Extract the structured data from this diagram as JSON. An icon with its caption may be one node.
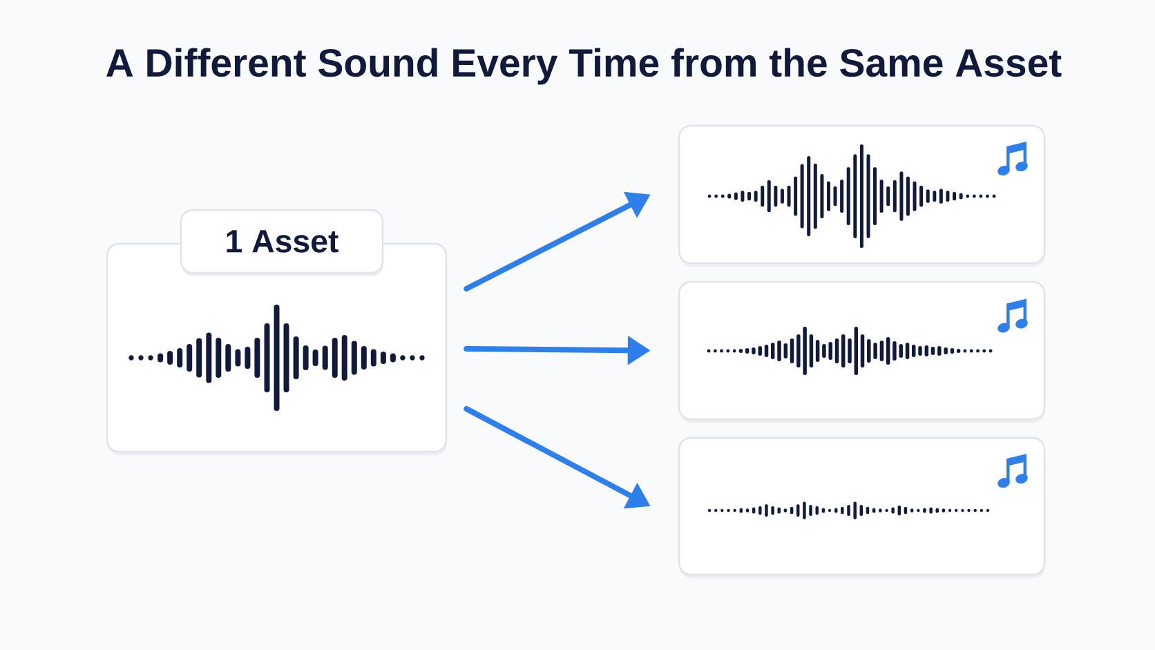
{
  "diagram": {
    "title": "A Different Sound Every Time from the Same Asset",
    "nodes": [
      {
        "text": [
          "1 Asset"
        ]
      },
      {
        "text": [],
        "shape": "box"
      },
      {
        "text": [],
        "shape": "box"
      },
      {
        "text": [],
        "shape": "box"
      },
      {
        "text": [],
        "shape": "box"
      }
    ],
    "edges": [
      {
        "from": 1,
        "to": 2,
        "arrow": "to"
      },
      {
        "from": 1,
        "to": 3,
        "arrow": "to"
      },
      {
        "from": 1,
        "to": 4,
        "arrow": "to"
      }
    ]
  }
}
